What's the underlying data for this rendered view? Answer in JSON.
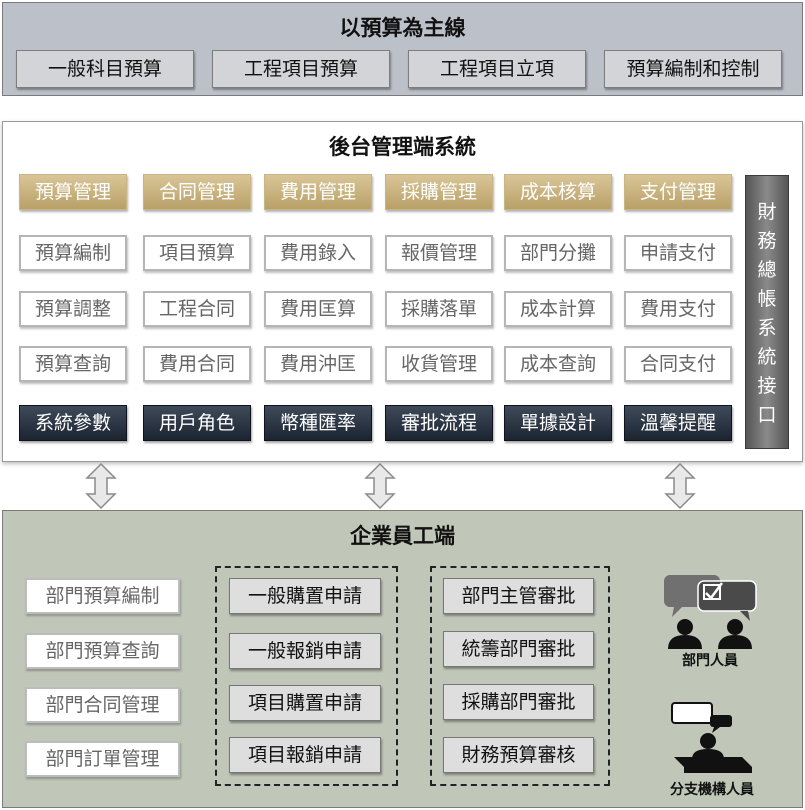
{
  "top": {
    "title": "以預算為主線",
    "items": [
      "一般科目預算",
      "工程項目預算",
      "工程項目立項",
      "預算編制和控制"
    ]
  },
  "middle": {
    "title": "後台管理端系統",
    "columns": [
      {
        "head": "預算管理",
        "subs": [
          "預算編制",
          "預算調整",
          "預算查詢"
        ],
        "foot": "系統參數"
      },
      {
        "head": "合同管理",
        "subs": [
          "項目預算",
          "工程合同",
          "費用合同"
        ],
        "foot": "用戶角色"
      },
      {
        "head": "費用管理",
        "subs": [
          "費用錄入",
          "費用匡算",
          "費用沖匡"
        ],
        "foot": "幣種匯率"
      },
      {
        "head": "採購管理",
        "subs": [
          "報價管理",
          "採購落單",
          "收貨管理"
        ],
        "foot": "審批流程"
      },
      {
        "head": "成本核算",
        "subs": [
          "部門分攤",
          "成本計算",
          "成本查詢"
        ],
        "foot": "單據設計"
      },
      {
        "head": "支付管理",
        "subs": [
          "申請支付",
          "費用支付",
          "合同支付"
        ],
        "foot": "溫馨提醒"
      }
    ],
    "vertical": [
      "財",
      "務",
      "總",
      "帳",
      "系",
      "統",
      "接",
      "口"
    ]
  },
  "bottom": {
    "title": "企業員工端",
    "col1": [
      "部門預算編制",
      "部門預算查詢",
      "部門合同管理",
      "部門訂單管理"
    ],
    "col2": [
      "一般購置申請",
      "一般報銷申請",
      "項目購置申請",
      "項目報銷申請"
    ],
    "col3": [
      "部門主管審批",
      "統籌部門審批",
      "採購部門審批",
      "財務預算審核"
    ],
    "roles": [
      "部門人員",
      "分支機構人員"
    ]
  }
}
